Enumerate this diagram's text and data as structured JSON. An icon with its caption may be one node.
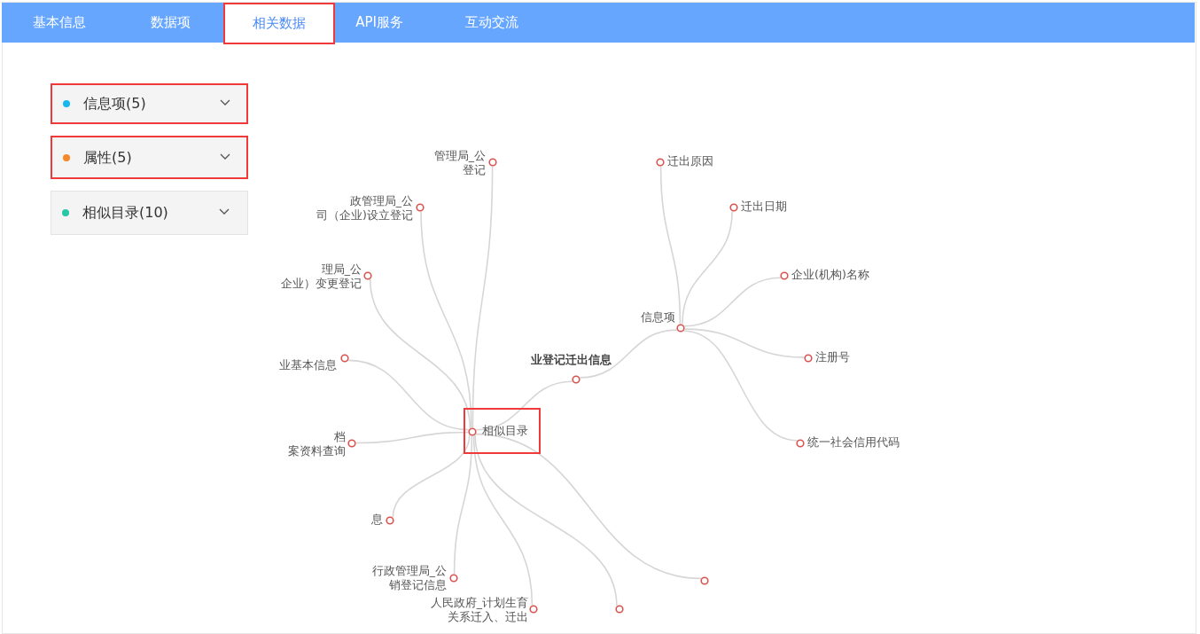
{
  "diagram": {
    "nodes": [
      {
        "text": [
          "相似目录"
        ]
      },
      {
        "text": [
          "业登记迁出信息"
        ]
      },
      {
        "text": [
          "信息项"
        ]
      },
      {
        "text": [
          "迁出原因"
        ]
      },
      {
        "text": [
          "迁出日期"
        ]
      },
      {
        "text": [
          "企业(机构)名称"
        ]
      },
      {
        "text": [
          "注册号"
        ]
      },
      {
        "text": [
          "统一社会信用代码"
        ]
      },
      {
        "text": [
          "管理局_公",
          "登记"
        ]
      },
      {
        "text": [
          "政管理局_公",
          "司（企业)设立登记"
        ]
      },
      {
        "text": [
          "理局_公",
          "企业）变更登记"
        ]
      },
      {
        "text": [
          "业基本信息"
        ]
      },
      {
        "text": [
          "档",
          "案资料查询"
        ]
      },
      {
        "text": [
          "息"
        ]
      },
      {
        "text": [
          "行政管理局_公",
          "销登记信息"
        ]
      },
      {
        "text": [
          "人民政府_计划生育关系迁入、迁出"
        ]
      },
      {
        "text": [],
        "shape": "circle"
      },
      {
        "text": [],
        "shape": "circle"
      }
    ],
    "edges": [
      {
        "from": 0,
        "to": 1,
        "arrow": "none"
      },
      {
        "from": 1,
        "to": 2,
        "arrow": "none"
      },
      {
        "from": 2,
        "to": 3,
        "arrow": "none"
      },
      {
        "from": 2,
        "to": 4,
        "arrow": "none"
      },
      {
        "from": 2,
        "to": 5,
        "arrow": "none"
      },
      {
        "from": 2,
        "to": 6,
        "arrow": "none"
      },
      {
        "from": 2,
        "to": 7,
        "arrow": "none"
      },
      {
        "from": 0,
        "to": 8,
        "arrow": "none"
      },
      {
        "from": 0,
        "to": 9,
        "arrow": "none"
      },
      {
        "from": 0,
        "to": 10,
        "arrow": "none"
      },
      {
        "from": 0,
        "to": 11,
        "arrow": "none"
      },
      {
        "from": 0,
        "to": 12,
        "arrow": "none"
      },
      {
        "from": 0,
        "to": 13,
        "arrow": "none"
      },
      {
        "from": 0,
        "to": 14,
        "arrow": "none"
      },
      {
        "from": 0,
        "to": 15,
        "arrow": "none"
      },
      {
        "from": 0,
        "to": 16,
        "arrow": "none"
      },
      {
        "from": 0,
        "to": 17,
        "arrow": "none"
      }
    ],
    "labels": [
      "基本信息",
      "数据项",
      "相关数据",
      "API服务",
      "互动交流"
    ],
    "legend": [
      {
        "text": "信息项(5)",
        "color": "#1ab7ee"
      },
      {
        "text": "属性(5)",
        "color": "#f5882a"
      },
      {
        "text": "相似目录(10)",
        "color": "#26c6a6"
      }
    ]
  }
}
